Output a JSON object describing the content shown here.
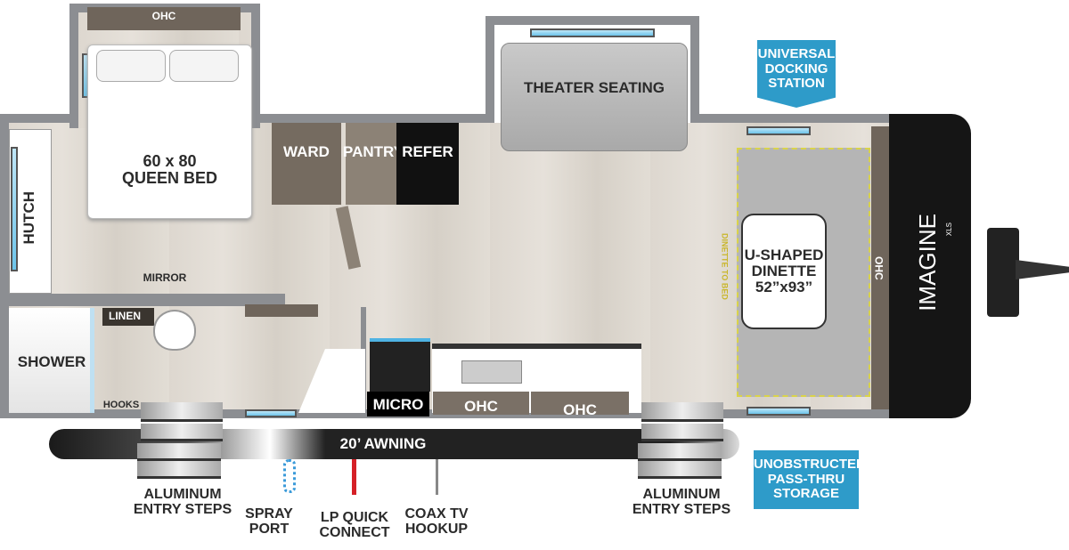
{
  "bedroom": {
    "ohc": "OHC",
    "bed": "60 x 80\nQUEEN BED",
    "hutch": "HUTCH",
    "mirror": "MIRROR"
  },
  "storage": {
    "ward": "WARD",
    "pantry": "PANTRY",
    "refer": "REFER"
  },
  "living": {
    "theater": "THEATER SEATING",
    "dinette": "U-SHAPED\nDINETTE\n52”x93”",
    "dinette_to_bed": "DINETTE TO BED",
    "front_ohc": "OHC"
  },
  "bath": {
    "linen": "LINEN",
    "shower": "SHOWER",
    "hooks": "HOOKS"
  },
  "kitchen": {
    "micro": "MICRO",
    "ohc1": "OHC",
    "ohc2": "OHC"
  },
  "exterior": {
    "awning": "20’ AWNING",
    "steps_left": "ALUMINUM\nENTRY STEPS",
    "steps_right": "ALUMINUM\nENTRY STEPS",
    "spray": "SPRAY\nPORT",
    "lp": "LP QUICK\nCONNECT",
    "coax": "COAX TV\nHOOKUP"
  },
  "callouts": {
    "docking": "UNIVERSAL\nDOCKING\nSTATION",
    "storage": "UNOBSTRUCTED\nPASS-THRU\nSTORAGE"
  },
  "logo": {
    "brand": "IMAGINE",
    "model": "XLS"
  },
  "colors": {
    "callout": "#2e9bc9",
    "wall": "#8c8e92",
    "cap": "#111111"
  }
}
